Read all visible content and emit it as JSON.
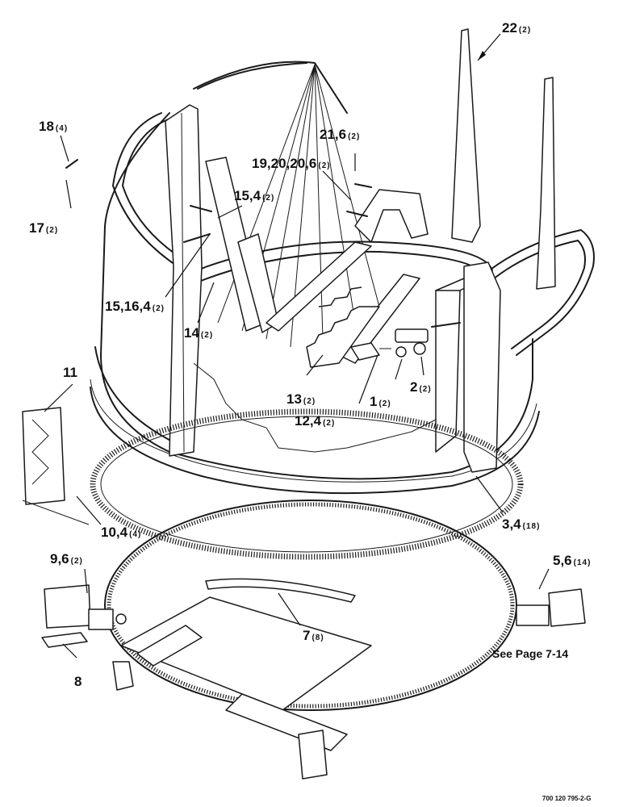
{
  "callouts": [
    {
      "id": "c22",
      "label": "22",
      "qty": "(2)"
    },
    {
      "id": "c18",
      "label": "18",
      "qty": "(4)"
    },
    {
      "id": "c21",
      "label": "21,6",
      "qty": "(2)"
    },
    {
      "id": "c19",
      "label": "19,20,20,6",
      "qty": "(2)"
    },
    {
      "id": "c15a",
      "label": "15,4",
      "qty": "(2)"
    },
    {
      "id": "c17",
      "label": "17",
      "qty": "(2)"
    },
    {
      "id": "c15b",
      "label": "15,16,4",
      "qty": "(2)"
    },
    {
      "id": "c14",
      "label": "14",
      "qty": "(2)"
    },
    {
      "id": "c11",
      "label": "11",
      "qty": ""
    },
    {
      "id": "c13",
      "label": "13",
      "qty": "(2)"
    },
    {
      "id": "c2",
      "label": "2",
      "qty": "(2)"
    },
    {
      "id": "c1",
      "label": "1",
      "qty": "(2)"
    },
    {
      "id": "c12",
      "label": "12,4",
      "qty": "(2)"
    },
    {
      "id": "c3",
      "label": "3,4",
      "qty": "(18)"
    },
    {
      "id": "c10",
      "label": "10,4",
      "qty": "(4)"
    },
    {
      "id": "c9",
      "label": "9,6",
      "qty": "(2)"
    },
    {
      "id": "c5",
      "label": "5,6",
      "qty": "(14)"
    },
    {
      "id": "c7",
      "label": "7",
      "qty": "(8)"
    },
    {
      "id": "c8",
      "label": "8",
      "qty": ""
    }
  ],
  "reference_note": "See Page 7-14",
  "document_number": "700 120 795-2-G"
}
